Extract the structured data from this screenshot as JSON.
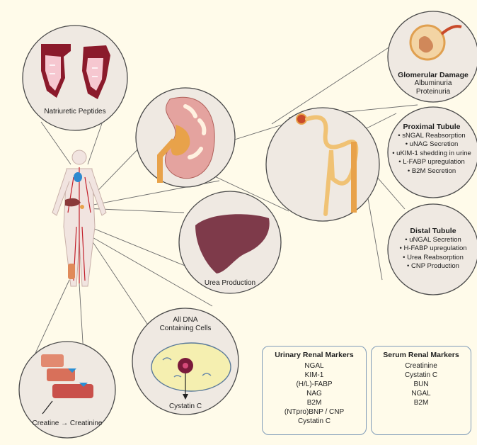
{
  "heart_label": "Natriuretic Peptides",
  "liver_label": "Urea Production",
  "cells": {
    "title": "All DNA Containing Cells",
    "label": "Cystatin C"
  },
  "muscle_label": "Creatine → Creatinine",
  "glomerular": {
    "title": "Glomerular Damage",
    "items": [
      "Albuminuria",
      "Proteinuria"
    ]
  },
  "proximal": {
    "title": "Proximal Tubule",
    "items": [
      "sNGAL Reabsorption",
      "uNAG Secretion",
      "uKIM-1 shedding in urine",
      "L-FABP upregulation",
      "B2M Secretion"
    ]
  },
  "distal": {
    "title": "Distal Tubule",
    "items": [
      "uNGAL Secretion",
      "H-FABP upregulation",
      "Urea Reabsorption",
      "CNP Production"
    ]
  },
  "urinary": {
    "title": "Urinary Renal Markers",
    "items": [
      "NGAL",
      "KIM-1",
      "(H/L)-FABP",
      "NAG",
      "B2M",
      "(NTpro)BNP / CNP",
      "Cystatin C"
    ]
  },
  "serum": {
    "title": "Serum Renal Markers",
    "items": [
      "Creatinine",
      "Cystatin C",
      "BUN",
      "NGAL",
      "B2M"
    ]
  }
}
